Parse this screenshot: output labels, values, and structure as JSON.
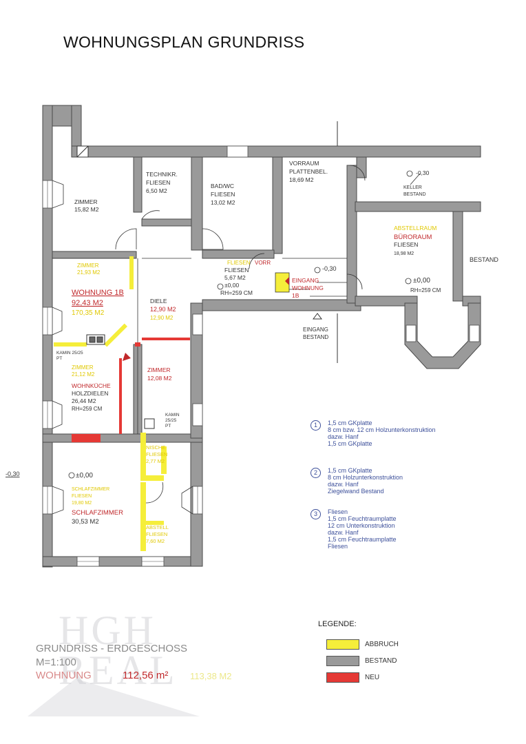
{
  "title": "WOHNUNGSPLAN GRUNDRISS",
  "colors": {
    "wall": "#9a9a9a",
    "wall_stroke": "#4a4a4a",
    "abbruch": "#f5ee3a",
    "neu": "#e53935",
    "label_red": "#c0282b",
    "label_dark": "#333333",
    "spec_blue": "#3c4f9a"
  },
  "rooms": {
    "zimmer1": {
      "name": "ZIMMER",
      "area": "15,82 M2"
    },
    "technik": {
      "name": "TECHNIKR.",
      "sub": "FLIESEN",
      "area": "6,50 M2"
    },
    "bad": {
      "name": "BAD/WC",
      "sub": "FLIESEN",
      "area": "13,02 M2"
    },
    "vorraum": {
      "name": "VORRAUM",
      "sub": "PLATTENBEL.",
      "area": "18,69 M2"
    },
    "keller": {
      "level": "-0,30",
      "name": "KELLER",
      "sub": "BESTAND"
    },
    "buero": {
      "old": "ABSTELLRAUM",
      "name": "BÜRORAUM",
      "sub": "FLIESEN",
      "area": "18,98 M2",
      "level": "±0,00",
      "rh": "RH=259 CM"
    },
    "bestand_right": "BESTAND",
    "vorr": {
      "old": "FLIESEN",
      "tag": "VORR",
      "sub": "FLIESEN",
      "area": "5,67 M2",
      "level": "±0,00",
      "rh": "RH=259 CM"
    },
    "eingang_whg": {
      "line1": "EINGANG",
      "line2": "WOHNUNG",
      "line3": "1B"
    },
    "level_entry": "-0,30",
    "eingang_bestand": {
      "line1": "EINGANG",
      "line2": "BESTAND"
    },
    "zimmer_old": {
      "name": "ZIMMER",
      "area": "21,93 M2"
    },
    "wohnung": {
      "name": "WOHNUNG 1B",
      "area": "92,43 M2",
      "old": "170,35 M2"
    },
    "diele": {
      "name": "DIELE",
      "area": "12,90 M2",
      "old": "12,90 M2"
    },
    "kamin1": {
      "line1": "KAMIN 25/25",
      "line2": "PT"
    },
    "wohnkueche_old": {
      "name": "ZIMMER",
      "area": "21,12 M2"
    },
    "wohnkueche": {
      "name": "WOHNKÜCHE",
      "sub": "HOLZDIELEN",
      "area": "26,44 M2",
      "rh": "RH=259 CM"
    },
    "zimmer2": {
      "name": "ZIMMER",
      "area": "12,08 M2"
    },
    "kamin2": {
      "line1": "KAMIN",
      "line2": "25/25",
      "line3": "PT"
    },
    "level_left": "-0,30",
    "schlaf": {
      "level": "±0,00",
      "old1": "SCHLAFZIMMER",
      "old2": "FLIESEN",
      "old3": "19,80 M2",
      "name": "SCHLAFZIMMER",
      "area": "30,53 M2"
    },
    "nische": {
      "line1": "NISCHE",
      "line2": "FLIESEN",
      "line3": "2,77 M2"
    },
    "abstell": {
      "line1": "ABSTELL",
      "line2": "FLIESEN",
      "line3": "7,60 M2"
    }
  },
  "specs": [
    {
      "num": "1",
      "text": "1,5 cm GKplatte\n8 cm bzw. 12 cm Holzunterkonstruktion\ndazw. Hanf\n1,5 cm GKplatte"
    },
    {
      "num": "2",
      "text": "1,5 cm GKplatte\n8 cm Holzunterkonstruktion\ndazw. Hanf\nZiegelwand Bestand"
    },
    {
      "num": "3",
      "text": "Fliesen\n1,5 cm Feuchtraumplatte\n12 cm Unterkonstruktion\ndazw. Hanf\n1,5 cm Feuchtraumplatte\nFliesen"
    }
  ],
  "legend": {
    "title": "LEGENDE:",
    "items": [
      {
        "label": "ABBRUCH",
        "color": "#f5ee3a"
      },
      {
        "label": "BESTAND",
        "color": "#9a9a9a"
      },
      {
        "label": "NEU",
        "color": "#e53935"
      }
    ]
  },
  "footer": {
    "line1": "GRUNDRISS - ERDGESCHOSS",
    "line2": "M=1:100",
    "line3_label": "WOHNUNG",
    "line3_area": "112,56 m²",
    "line3_old": "113,38 M2"
  },
  "watermark": {
    "line1": "HGH",
    "line2": "REAL"
  }
}
